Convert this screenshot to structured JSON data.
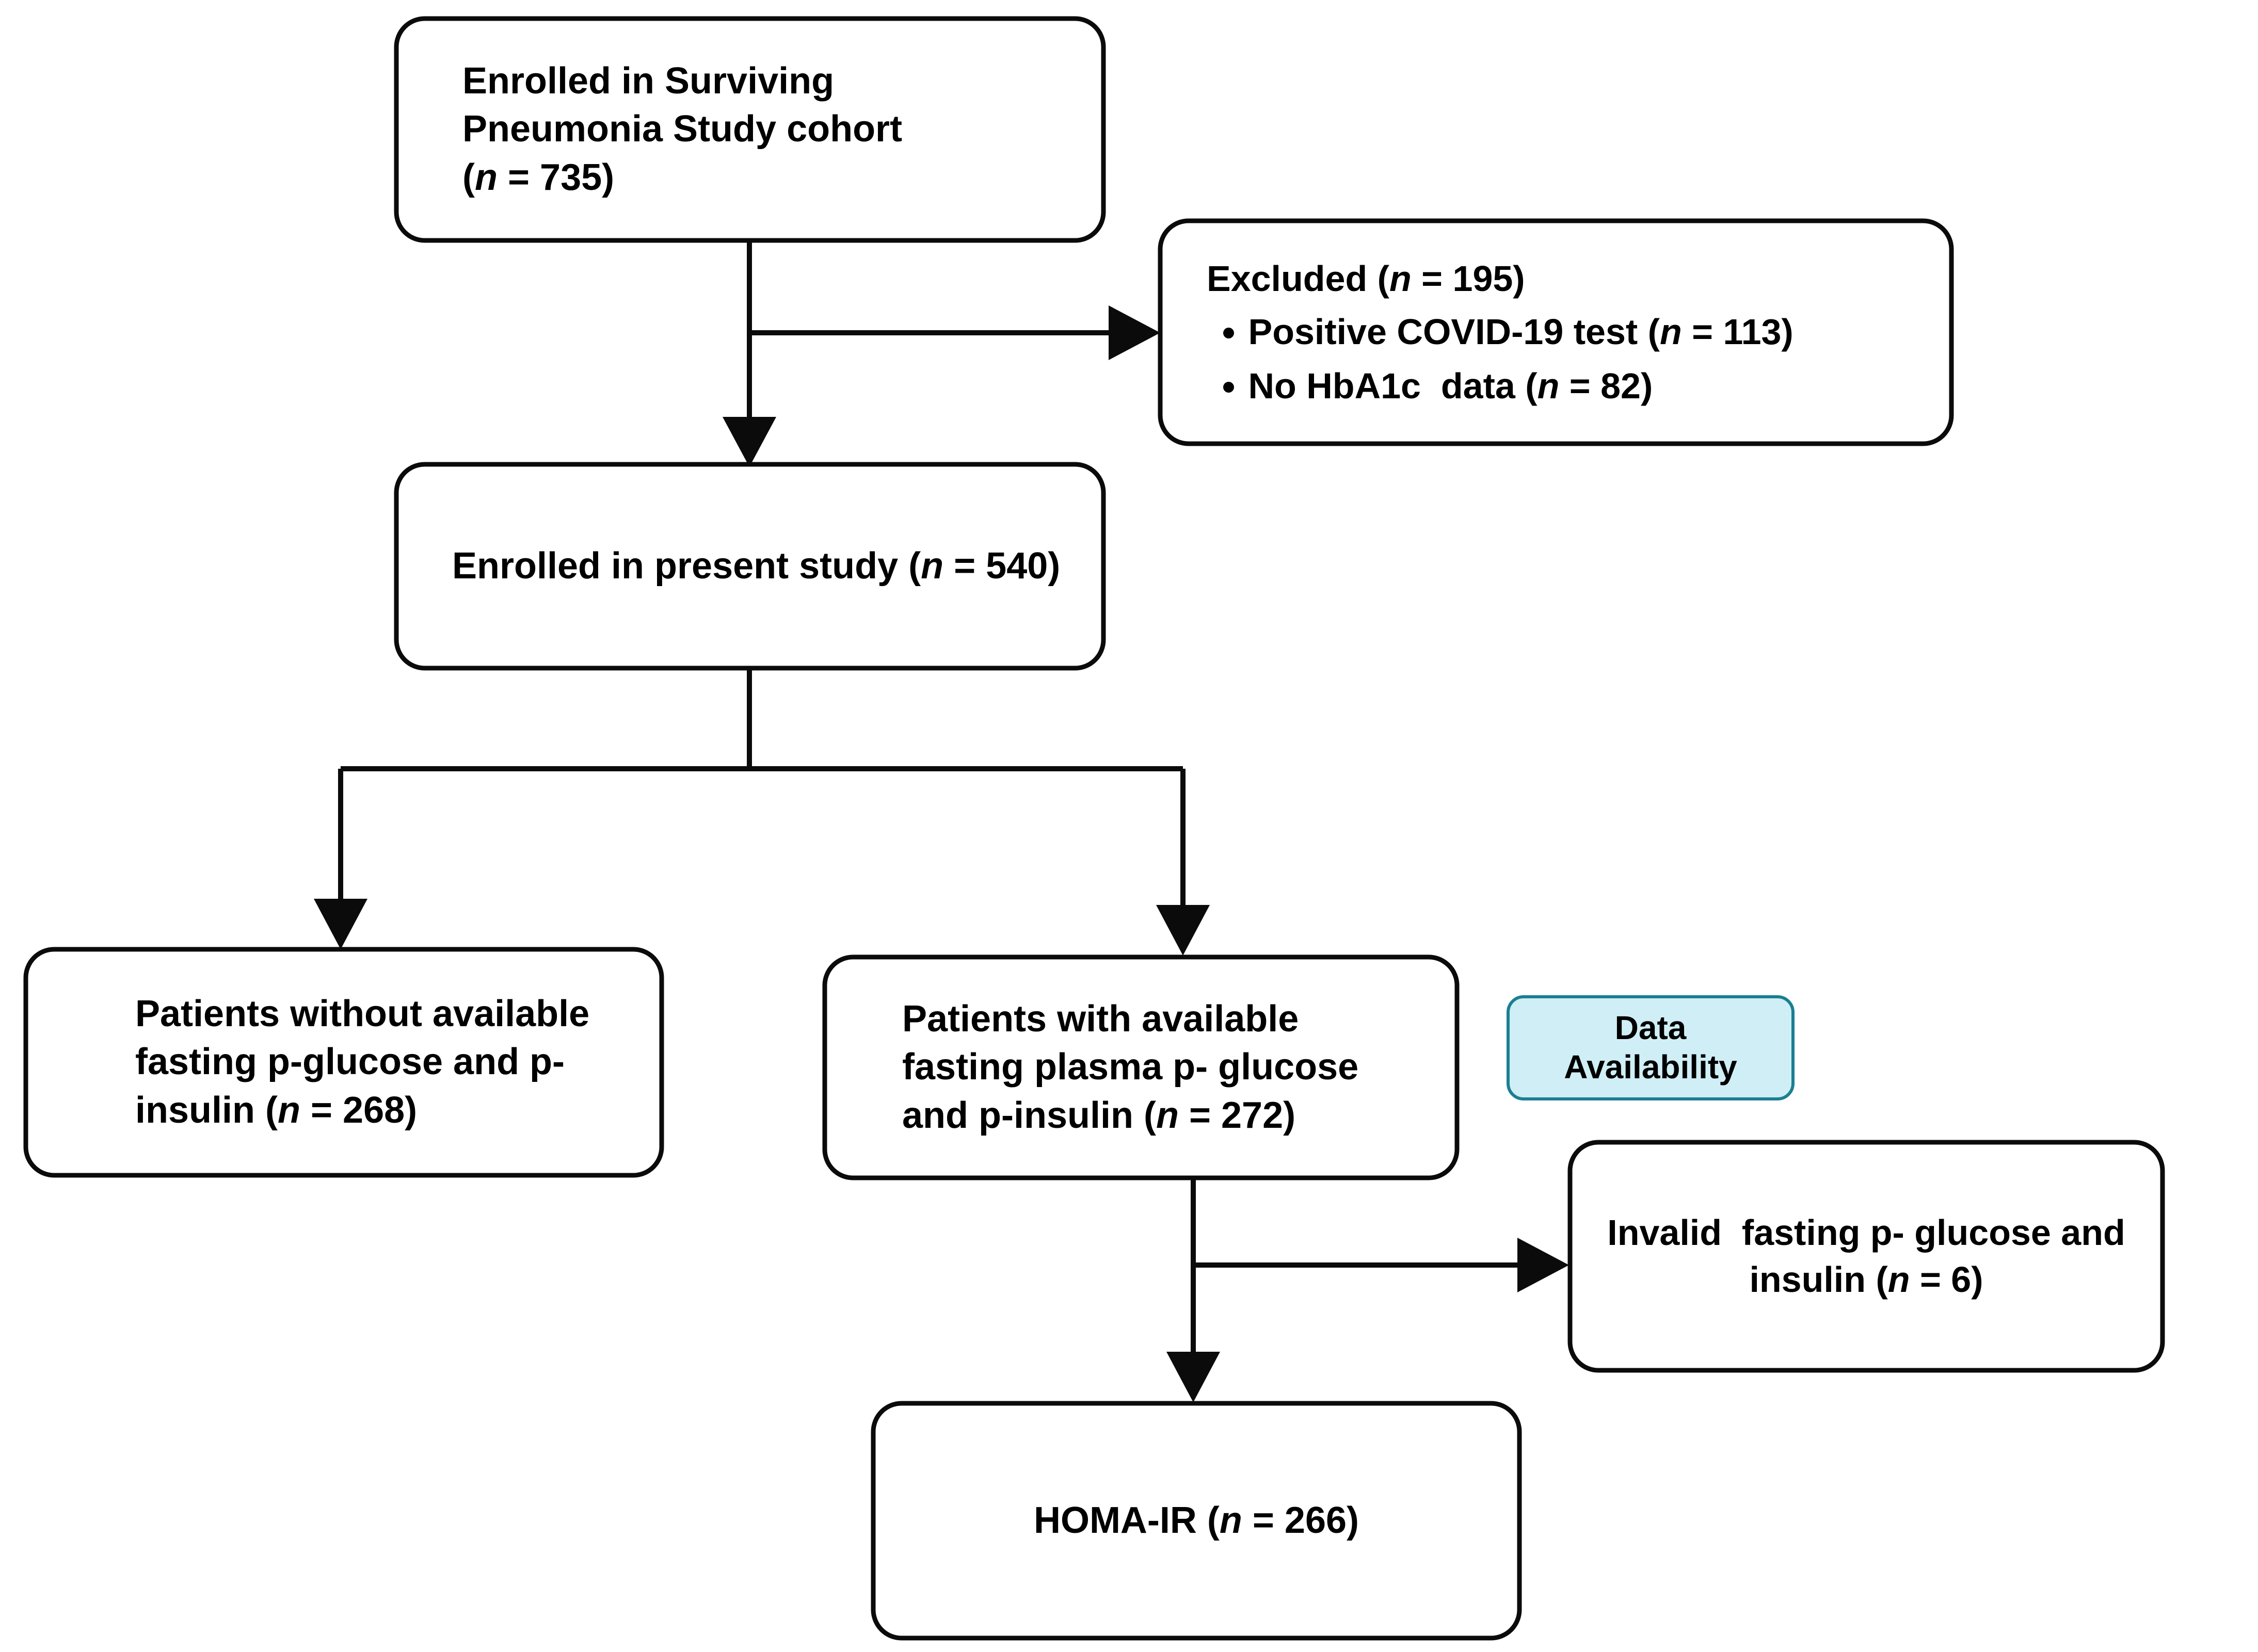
{
  "diagram": {
    "type": "flowchart",
    "title": "Study participant flow diagram",
    "background_color": "#ffffff",
    "line_color": "#0b0b0b",
    "accent_fill": "#cfeef5",
    "accent_stroke": "#1b7f92"
  },
  "nodes": {
    "cohort": {
      "id": "enrolled-cohort",
      "line1": "Enrolled in Surviving",
      "line2": "Pneumonia Study cohort",
      "line3_pre": "(",
      "line3_n": "n",
      "line3_post": " = 735)"
    },
    "excluded": {
      "id": "excluded",
      "heading_pre": "Excluded (",
      "heading_n": "n",
      "heading_post": " = 195)",
      "bullets": [
        {
          "pre": "Positive COVID-19 test (",
          "n": "n",
          "post": " = 113)"
        },
        {
          "pre": "No HbA1c  data (",
          "n": "n",
          "post": " = 82)"
        }
      ]
    },
    "present_study": {
      "id": "enrolled-present-study",
      "pre": "Enrolled in present study (",
      "n": "n",
      "post": " = 540)"
    },
    "without_labs": {
      "id": "patients-without-labs",
      "line1": "Patients without available",
      "line2": "fasting p-glucose and p-",
      "line3_pre": "insulin (",
      "line3_n": "n",
      "line3_post": " = 268)"
    },
    "with_labs": {
      "id": "patients-with-labs",
      "line1": "Patients with available",
      "line2": "fasting plasma p- glucose",
      "line3_pre": "and p-insulin (",
      "line3_n": "n",
      "line3_post": " = 272)"
    },
    "data_availability_badge": {
      "id": "data-availability",
      "line1": "Data",
      "line2": "Availability"
    },
    "invalid_labs": {
      "id": "invalid-labs",
      "line1": "Invalid  fasting p- glucose and",
      "line2_pre": "insulin (",
      "line2_n": "n",
      "line2_post": " = 6)"
    },
    "homa_ir": {
      "id": "homa-ir",
      "pre": "HOMA-IR (",
      "n": "n",
      "post": " = 266)"
    }
  },
  "counts": {
    "cohort_n": 735,
    "excluded_total_n": 195,
    "excluded_covid_n": 113,
    "excluded_no_hba1c_n": 82,
    "present_study_n": 540,
    "without_labs_n": 268,
    "with_labs_n": 272,
    "invalid_labs_n": 6,
    "homa_ir_n": 266
  }
}
